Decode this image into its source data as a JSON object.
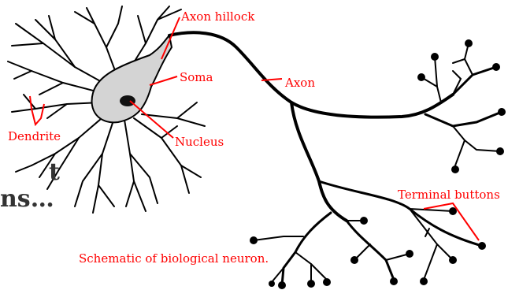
{
  "labels": {
    "axon_hillock": "Axon hillock",
    "soma": "Soma",
    "axon": "Axon",
    "dendrite": "Dendrite",
    "nucleus": "Nucleus",
    "terminal_buttons": "Terminal buttons",
    "caption": "Schematic of biological neuron."
  },
  "fragments": {
    "line1": "t",
    "line2": "ns…"
  },
  "colors": {
    "label": "#ff0000",
    "fragment_text": "#333333",
    "stroke": "#000000",
    "soma_fill": "#d4d4d4"
  }
}
